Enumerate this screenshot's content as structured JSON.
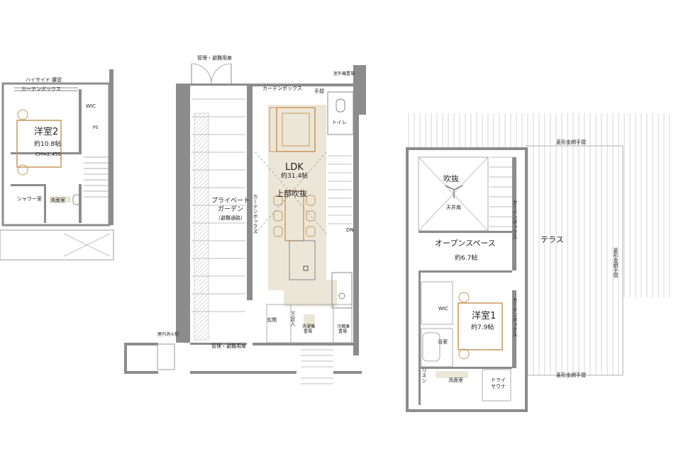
{
  "colors": {
    "wall": "#8c8c8c",
    "line": "#777777",
    "floor_tint": "#ece6d8",
    "furniture_accent": "#c8955c",
    "background": "#ffffff"
  },
  "labels": {
    "west": {
      "highside_window": "ハイサイド 腰窓",
      "curtain_box": "カーテンボックス",
      "wic": "WIC",
      "ps": "PS",
      "room_name": "洋室2",
      "room_area": "約10.8帖",
      "ceiling_height": "CH≒2,450",
      "shower": "シャワー室",
      "washroom": "洗面室"
    },
    "center": {
      "top_door": "管理・避難用扉",
      "outdoor_unit": "室外機置場",
      "curtain_box": "カーテンボックス",
      "handrail": "手摺",
      "toilet": "トイレ",
      "ldk": "LDK",
      "ldk_area": "約31.4帖",
      "void_above": "上部吹抜",
      "garden_line1": "プライベート",
      "garden_line2": "ガーデン",
      "garden_note": "（避難通路）",
      "curtain_box_vertical": "カーテンボックス",
      "dn": "DN",
      "entrance": "玄関",
      "shoe_storage": "下足入",
      "washer_line1": "洗濯機",
      "washer_line2": "置場",
      "fridge_line1": "冷蔵庫",
      "fridge_line2": "置場",
      "hydrant": "屋内消火栓",
      "bottom_door": "管理・避難用扉"
    },
    "east": {
      "top_rail": "菱形金網手摺",
      "side_rail": "菱形金網手摺",
      "bottom_rail": "菱形金網手摺",
      "void": "吹抜",
      "ceiling_fan": "天井扇",
      "curtain_box_a": "カーテンボックス",
      "terrace": "テラス",
      "open_space": "オープンスペース",
      "open_space_area": "約6.7帖",
      "wic": "WIC",
      "curtain_box_b": "カーテンボックス",
      "room_name": "洋室1",
      "room_area": "約7.9帖",
      "bathroom": "浴室",
      "linen": "リネン",
      "washroom": "洗面室",
      "dry_sauna_line1": "ドライ",
      "dry_sauna_line2": "サウナ"
    }
  }
}
